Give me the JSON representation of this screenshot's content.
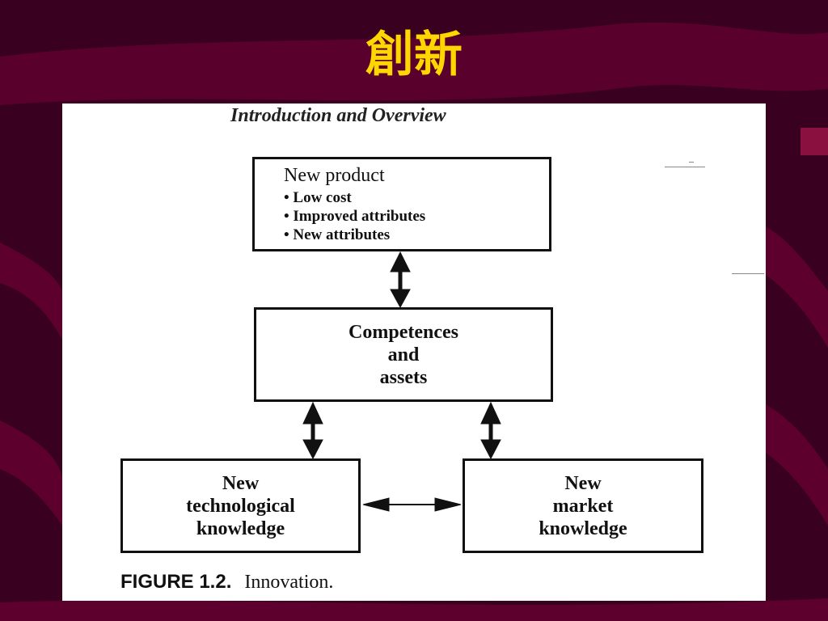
{
  "slide": {
    "title": "創新",
    "colors": {
      "background": "#3a0020",
      "wave": "#6a0034",
      "title": "#ffd700",
      "accent": "#8a1040"
    }
  },
  "figure": {
    "header": "Introduction and Overview",
    "product_box": {
      "heading": "New product",
      "bullets": [
        "Low cost",
        "Improved attributes",
        "New attributes"
      ]
    },
    "center_box": {
      "lines": [
        "Competences",
        "and",
        "assets"
      ]
    },
    "tech_box": {
      "lines": [
        "New",
        "technological",
        "knowledge"
      ]
    },
    "market_box": {
      "lines": [
        "New",
        "market",
        "knowledge"
      ]
    },
    "caption": {
      "label": "FIGURE 1.2.",
      "text": "Innovation."
    }
  }
}
